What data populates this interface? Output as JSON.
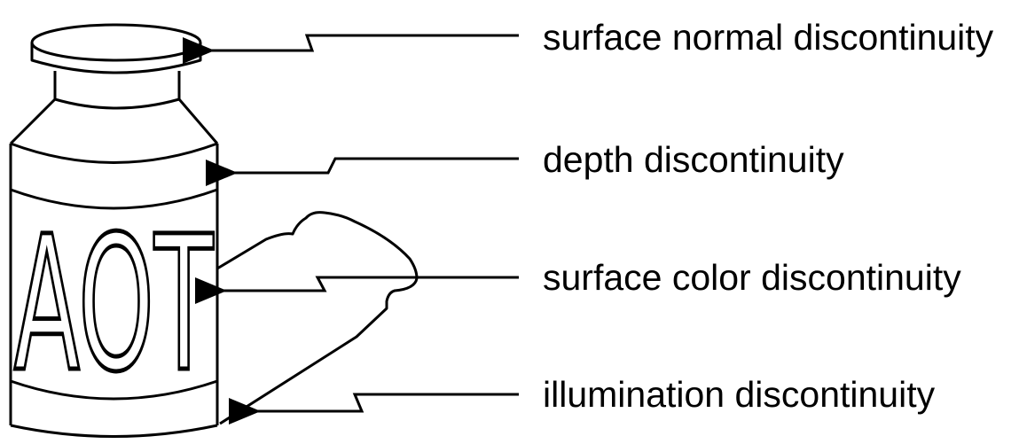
{
  "diagram": {
    "bottle": {
      "label_text": "AOT"
    },
    "labels": [
      {
        "id": "normal",
        "text": "surface normal discontinuity"
      },
      {
        "id": "depth",
        "text": "depth discontinuity"
      },
      {
        "id": "color",
        "text": "surface color discontinuity"
      },
      {
        "id": "illum",
        "text": "illumination discontinuity"
      }
    ],
    "colors": {
      "stroke": "#000000",
      "background": "#ffffff"
    }
  }
}
